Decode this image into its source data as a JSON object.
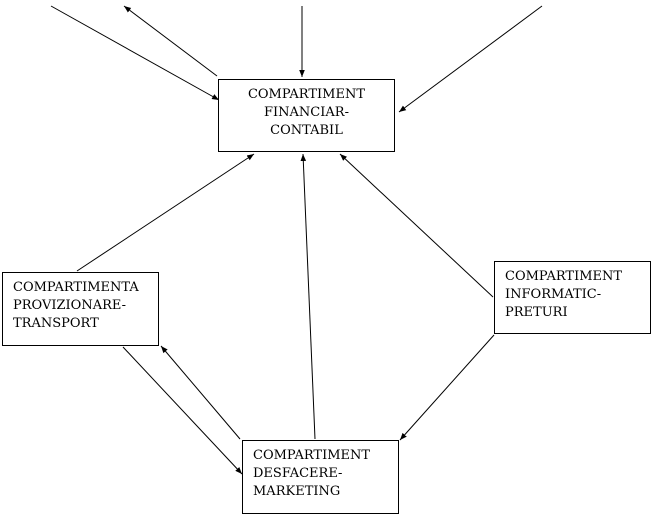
{
  "boxes": {
    "financiar": {
      "lines": [
        "COMPARTIMENT",
        "FINANCIAR-",
        "CONTABIL"
      ]
    },
    "aprovizionare": {
      "lines": [
        "COMPARTIMENTA",
        "PROVIZIONARE-",
        "TRANSPORT"
      ]
    },
    "informatic": {
      "lines": [
        "COMPARTIMENT",
        "INFORMATIC-",
        "PRETURI"
      ]
    },
    "desfacere": {
      "lines": [
        "COMPARTIMENT",
        "DESFACERE-",
        "MARKETING"
      ]
    }
  },
  "connections": [
    {
      "from": "external-top-left",
      "to": "financiar"
    },
    {
      "from": "financiar",
      "to": "external-top-left-2"
    },
    {
      "from": "external-top",
      "to": "financiar"
    },
    {
      "from": "external-top-right",
      "to": "financiar"
    },
    {
      "from": "aprovizionare",
      "to": "financiar"
    },
    {
      "from": "desfacere",
      "to": "financiar"
    },
    {
      "from": "informatic",
      "to": "financiar"
    },
    {
      "from": "aprovizionare",
      "to": "desfacere"
    },
    {
      "from": "desfacere",
      "to": "aprovizionare"
    },
    {
      "from": "informatic",
      "to": "desfacere"
    }
  ],
  "colors": {
    "line": "#000000",
    "border": "#000000",
    "background": "#ffffff"
  }
}
